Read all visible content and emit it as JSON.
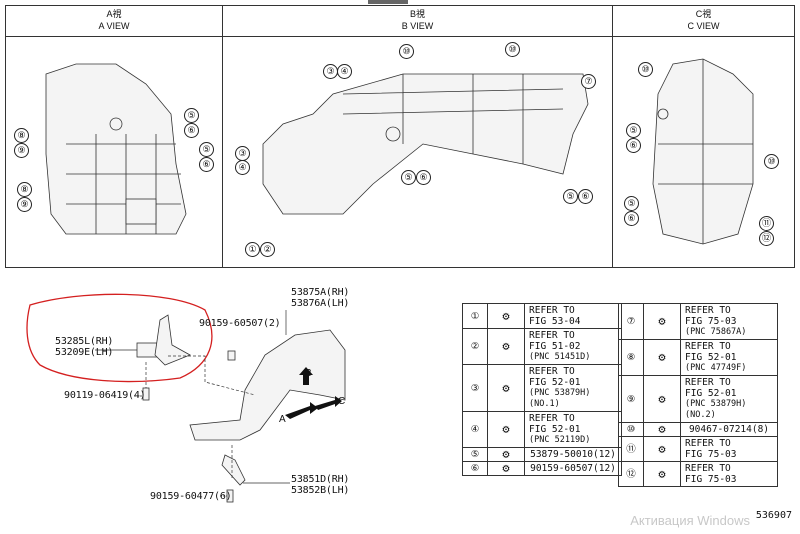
{
  "views": [
    {
      "jp": "A視",
      "en": "A VIEW",
      "callouts": [
        "8",
        "9",
        "8",
        "9",
        "5",
        "6",
        "5",
        "6"
      ]
    },
    {
      "jp": "B視",
      "en": "B VIEW",
      "callouts": [
        "3",
        "4",
        "10",
        "10",
        "7",
        "3",
        "4",
        "5",
        "6",
        "5",
        "6",
        "1",
        "2"
      ]
    },
    {
      "jp": "C視",
      "en": "C VIEW",
      "callouts": [
        "10",
        "5",
        "6",
        "10",
        "5",
        "6",
        "11",
        "12"
      ]
    }
  ],
  "symbols": {
    "1": "①",
    "2": "②",
    "3": "③",
    "4": "④",
    "5": "⑤",
    "6": "⑥",
    "7": "⑦",
    "8": "⑧",
    "9": "⑨",
    "10": "⑩",
    "11": "⑪",
    "12": "⑫"
  },
  "exploded": {
    "bracket_rh": "53285L(RH)",
    "bracket_lh": "53209E(LH)",
    "nut_top": "90159-60507(2)",
    "bolt_left": "90119-06419(4)",
    "liner_rh": "53875A(RH)",
    "liner_lh": "53876A(LH)",
    "lower_rh": "53851D(RH)",
    "lower_lh": "53852B(LH)",
    "bolt_bottom": "90159-60477(6)",
    "arrow_a": "A",
    "arrow_b": "B",
    "arrow_c": "C",
    "highlight_color": "#d42020"
  },
  "reference_table": {
    "left": [
      {
        "num": "①",
        "lines": [
          "REFER TO",
          "FIG 53-04"
        ]
      },
      {
        "num": "②",
        "lines": [
          "REFER TO",
          "FIG 51-02",
          "(PNC 51451D)"
        ]
      },
      {
        "num": "③",
        "lines": [
          "REFER TO",
          "FIG 52-01",
          "(PNC 53879H)",
          "(NO.1)"
        ]
      },
      {
        "num": "④",
        "lines": [
          "REFER TO",
          "FIG 52-01",
          "(PNC 52119D)"
        ]
      },
      {
        "num": "⑤",
        "lines": [
          "53879-50010(12)"
        ]
      },
      {
        "num": "⑥",
        "lines": [
          "90159-60507(12)"
        ]
      }
    ],
    "right": [
      {
        "num": "⑦",
        "lines": [
          "REFER TO",
          "FIG 75-03",
          "(PNC 75867A)"
        ]
      },
      {
        "num": "⑧",
        "lines": [
          "REFER TO",
          "FIG 52-01",
          "(PNC 47749F)"
        ]
      },
      {
        "num": "⑨",
        "lines": [
          "REFER TO",
          "FIG 52-01",
          "(PNC 53879H)",
          "(NO.2)"
        ]
      },
      {
        "num": "⑩",
        "lines": [
          "90467-07214(8)"
        ]
      },
      {
        "num": "⑪",
        "lines": [
          "REFER TO",
          "FIG 75-03"
        ]
      },
      {
        "num": "⑫",
        "lines": [
          "REFER TO",
          "FIG 75-03"
        ]
      }
    ]
  },
  "figure_code": "536907",
  "watermark": "Активация Windows"
}
